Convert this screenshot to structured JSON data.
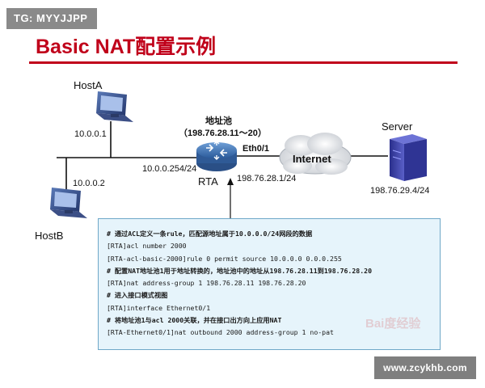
{
  "watermark_tag": "TG: MYYJJPP",
  "title": "Basic NAT配置示例",
  "nodes": {
    "hostA": {
      "name": "HostA",
      "ip": "10.0.0.1"
    },
    "hostB": {
      "name": "HostB",
      "ip": "10.0.0.2"
    },
    "router": {
      "name": "RTA",
      "inside_ip": "10.0.0.254/24",
      "outside_ip": "198.76.28.1/24",
      "interface": "Eth0/1",
      "pool_label": "地址池",
      "pool_range": "（198.76.28.11～20）"
    },
    "internet": {
      "name": "Internet"
    },
    "server": {
      "name": "Server",
      "ip": "198.76.29.4/24"
    }
  },
  "config_lines": [
    {
      "text": "# 通过ACL定义一条rule，匹配源地址属于10.0.0.0/24网段的数据",
      "comment": true
    },
    {
      "text": "[RTA]acl number 2000",
      "comment": false
    },
    {
      "text": "[RTA-acl-basic-2000]rule 0 permit source 10.0.0.0 0.0.0.255",
      "comment": false
    },
    {
      "text": "# 配置NAT地址池1用于地址转换的，地址池中的地址从198.76.28.11到198.76.28.20",
      "comment": true
    },
    {
      "text": "[RTA]nat address-group 1 198.76.28.11 198.76.28.20",
      "comment": false
    },
    {
      "text": "# 进入接口模式视图",
      "comment": true
    },
    {
      "text": "[RTA]interface Ethernet0/1",
      "comment": false
    },
    {
      "text": "# 将地址池1与acl 2000关联，并在接口出方向上应用NAT",
      "comment": true
    },
    {
      "text": "[RTA-Ethernet0/1]nat outbound 2000 address-group 1 no-pat",
      "comment": false
    }
  ],
  "image_watermark": "Bai度经验",
  "site_watermark": "www.zcykhb.com",
  "colors": {
    "title": "#c0001a",
    "code_bg": "#e6f4fb",
    "router": "#3a6fb0",
    "server": "#3b40a8"
  }
}
